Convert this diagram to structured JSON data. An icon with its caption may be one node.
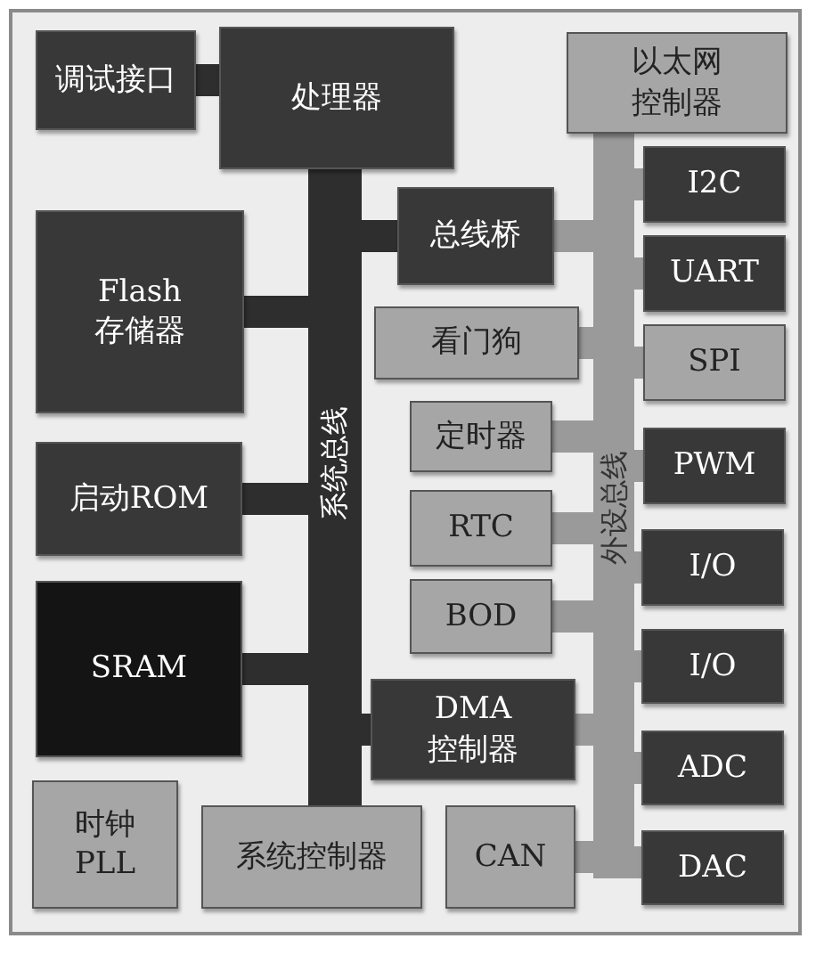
{
  "diagram": {
    "nodes": [
      {
        "text": [
          "调试接口"
        ]
      },
      {
        "text": [
          "处理器"
        ]
      },
      {
        "text": [
          "以太网控制器"
        ]
      },
      {
        "text": [
          "I2C"
        ]
      },
      {
        "text": [
          "总线桥"
        ]
      },
      {
        "text": [
          "UART"
        ]
      },
      {
        "text": [
          "Flash 存储器"
        ]
      },
      {
        "text": [
          "看门狗"
        ]
      },
      {
        "text": [
          "SPI"
        ]
      },
      {
        "text": [
          "定时器"
        ]
      },
      {
        "text": [
          "PWM"
        ]
      },
      {
        "text": [
          "启动ROM"
        ]
      },
      {
        "text": [
          "系统总线"
        ]
      },
      {
        "text": [
          "RTC"
        ]
      },
      {
        "text": [
          "外设总线"
        ]
      },
      {
        "text": [
          "I/O"
        ]
      },
      {
        "text": [
          "BOD"
        ]
      },
      {
        "text": [
          "SRAM"
        ]
      },
      {
        "text": [
          "I/O"
        ]
      },
      {
        "text": [
          "DMA 控制器"
        ]
      },
      {
        "text": [
          "ADC"
        ]
      },
      {
        "text": [
          "时钟 PLL"
        ]
      },
      {
        "text": [
          "系统控制器"
        ]
      },
      {
        "text": [
          "CAN"
        ]
      },
      {
        "text": [
          "DAC"
        ]
      }
    ],
    "edges": [
      {
        "from": 0,
        "to": 1,
        "arrow": "none",
        "color": "#2e2e2e"
      },
      {
        "from": 6,
        "to": 12,
        "arrow": "none",
        "color": "#2e2e2e"
      },
      {
        "from": 11,
        "to": 12,
        "arrow": "none",
        "color": "#2e2e2e"
      },
      {
        "from": 17,
        "to": 12,
        "arrow": "none",
        "color": "#2e2e2e"
      },
      {
        "from": 12,
        "to": 4,
        "arrow": "none",
        "color": "#2e2e2e"
      },
      {
        "from": 12,
        "to": 19,
        "arrow": "none",
        "color": "#2e2e2e"
      },
      {
        "from": 4,
        "to": 14,
        "arrow": "none"
      },
      {
        "from": 14,
        "to": 3,
        "arrow": "none"
      },
      {
        "from": 14,
        "to": 5,
        "arrow": "none"
      },
      {
        "from": 7,
        "to": 14,
        "arrow": "none"
      },
      {
        "from": 14,
        "to": 8,
        "arrow": "none"
      },
      {
        "from": 9,
        "to": 14,
        "arrow": "none"
      },
      {
        "from": 14,
        "to": 10,
        "arrow": "none"
      },
      {
        "from": 13,
        "to": 14,
        "arrow": "none"
      },
      {
        "from": 14,
        "to": 15,
        "arrow": "none"
      },
      {
        "from": 16,
        "to": 14,
        "arrow": "none"
      },
      {
        "from": 14,
        "to": 18,
        "arrow": "none"
      },
      {
        "from": 19,
        "to": 14,
        "arrow": "none"
      },
      {
        "from": 14,
        "to": 20,
        "arrow": "none"
      },
      {
        "from": 23,
        "to": 14,
        "arrow": "none"
      },
      {
        "from": 14,
        "to": 24,
        "arrow": "none"
      }
    ]
  }
}
